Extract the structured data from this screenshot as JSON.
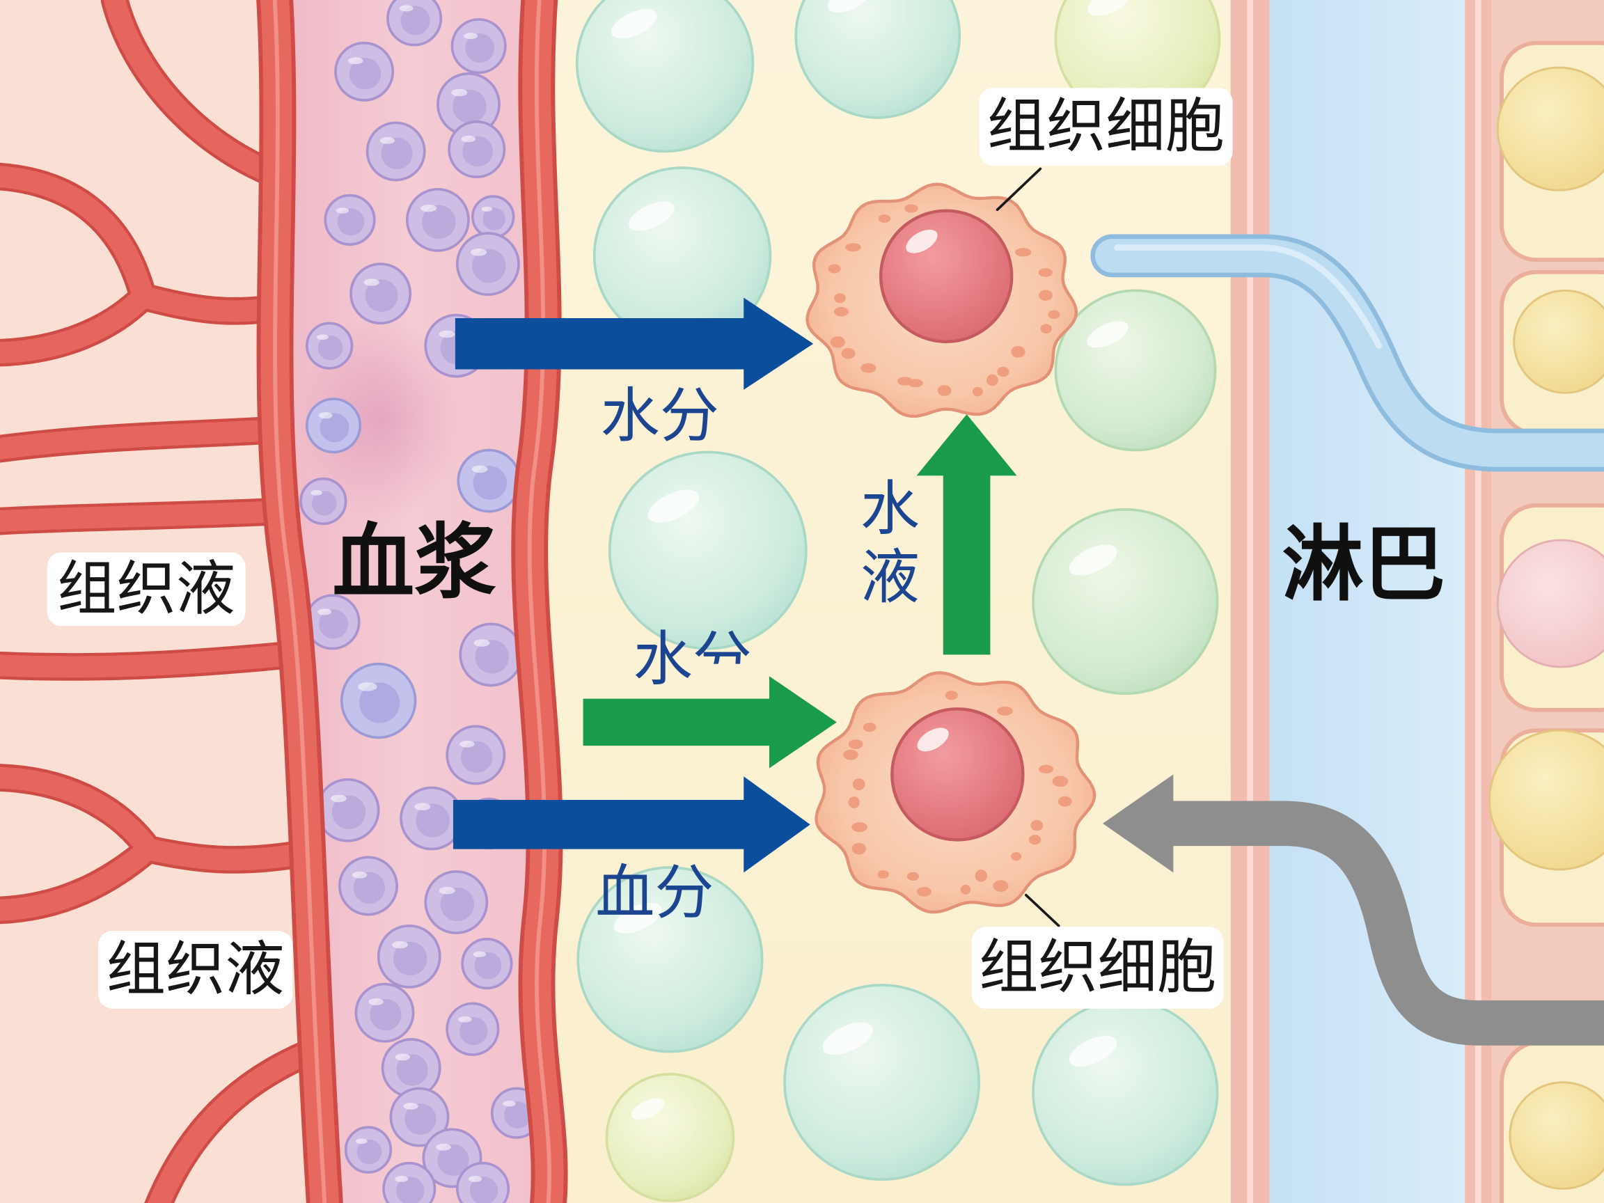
{
  "diagram": {
    "labels": {
      "plasma": "血浆",
      "lymph": "淋巴",
      "tissue_fluid_upper": "组织液",
      "tissue_fluid_lower": "组织液",
      "tissue_cell_upper": "组织细胞",
      "tissue_cell_lower": "组织细胞",
      "arrow_upper_blue": "水分",
      "arrow_middle_green": "水分",
      "arrow_lower_blue": "血分",
      "arrow_vertical_green": [
        "水",
        "液"
      ]
    }
  },
  "colors": {
    "blue_arrow": "#0B4F9C",
    "green_arrow": "#1A9A4B",
    "gray_arrow": "#8E8E8E",
    "arrow_text_blue": "#1B4591",
    "lymph_vessel": "#BCDCF2",
    "lymph_vessel_edge": "#8DBCDE"
  }
}
